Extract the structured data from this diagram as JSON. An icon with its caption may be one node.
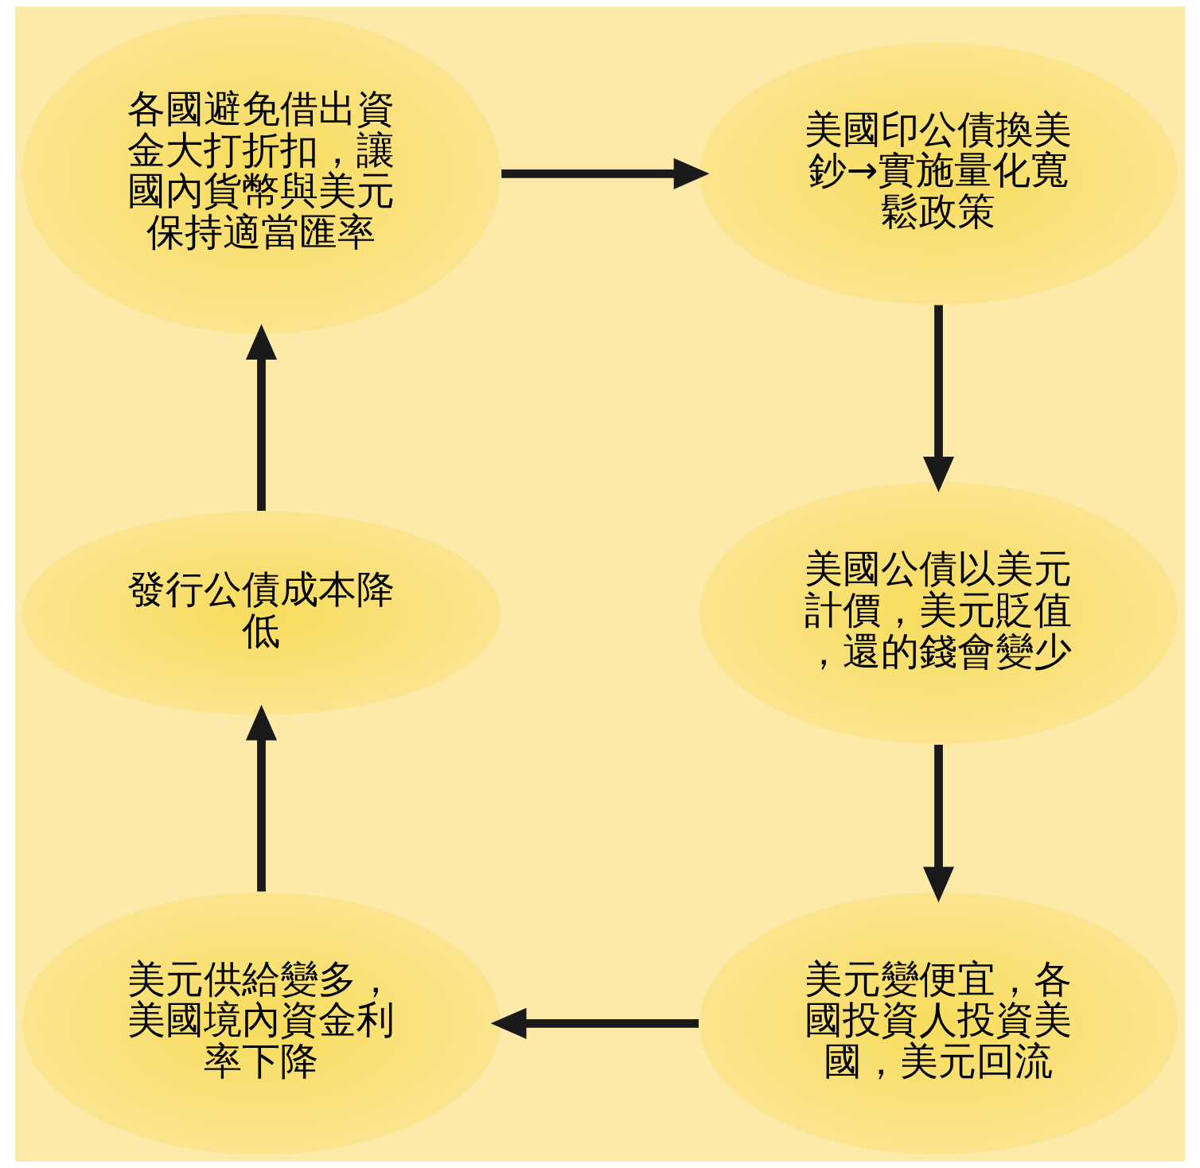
{
  "diagram": {
    "nodes": [
      {
        "text": [
          "各國避免借出資金大打折扣，讓國內貨幣與美元保持適當匯率"
        ]
      },
      {
        "text": [
          "美國印公債換美鈔→實施量化寬鬆政策"
        ]
      },
      {
        "text": [
          "美國公債以美元計價，美元貶值，還的錢會變少"
        ]
      },
      {
        "text": [
          "發行公債成本降低"
        ]
      },
      {
        "text": [
          "美元供給變多，美國境內資金利率下降"
        ]
      },
      {
        "text": [
          "美元變便宜，各國投資人投資美國，美元回流"
        ]
      }
    ],
    "edges": [
      {
        "from": 0,
        "to": 1,
        "arrow": "to"
      },
      {
        "from": 1,
        "to": 2,
        "arrow": "to"
      },
      {
        "from": 2,
        "to": 5,
        "arrow": "to"
      },
      {
        "from": 5,
        "to": 4,
        "arrow": "to"
      },
      {
        "from": 4,
        "to": 3,
        "arrow": "to"
      },
      {
        "from": 3,
        "to": 0,
        "arrow": "to"
      }
    ]
  }
}
